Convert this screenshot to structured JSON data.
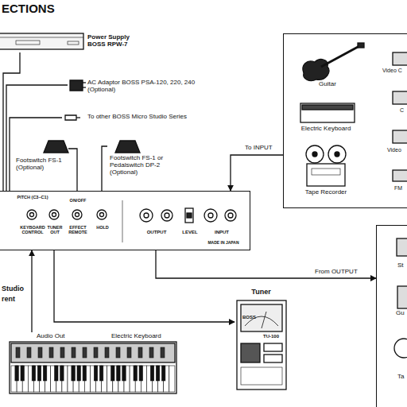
{
  "diagram": {
    "title": "ECTIONS",
    "nodes": [
      {
        "text": [
          "Power Supply BOSS RPW-7"
        ]
      },
      {
        "text": [
          "AC Adaptor BOSS PSA-120, 220, 240 (Optional)"
        ]
      },
      {
        "text": [
          "To other BOSS Micro Studio Series"
        ]
      },
      {
        "text": [
          "Guitar",
          "Electric Keyboard",
          "Tape Recorder",
          "Video C",
          "C",
          "Video",
          "FM"
        ]
      },
      {
        "text": [
          "Footswitch FS-1 (Optional)"
        ]
      },
      {
        "text": [
          "Footswitch FS-1 or Pedalswitch DP-2 (Optional)"
        ]
      },
      {
        "text": [
          "PITCH (C3~C1)",
          "KEYBOARD CONTROL",
          "TUNER OUT",
          "ON/OFF",
          "EFFECT REMOTE",
          "HOLD",
          "OUTPUT",
          "LEVEL",
          "INPUT",
          "MADE IN JAPAN"
        ]
      },
      {
        "text": [
          "St",
          "Gu",
          "Ta"
        ]
      },
      {
        "text": [
          "Tuner",
          "BOSS",
          "TU-100"
        ]
      },
      {
        "text": [
          "Audio Out",
          "Electric Keyboard"
        ]
      }
    ],
    "edges": [
      {
        "from": 0,
        "to": 6,
        "arrow": "none"
      },
      {
        "from": 1,
        "to": 6,
        "arrow": "none"
      },
      {
        "from": 2,
        "to": 6,
        "arrow": "none"
      },
      {
        "from": 4,
        "to": 6,
        "arrow": "none"
      },
      {
        "from": 5,
        "to": 6,
        "arrow": "none"
      },
      {
        "from": 3,
        "to": 6,
        "label": "To INPUT",
        "arrow": "to"
      },
      {
        "from": 6,
        "to": 7,
        "label": "From OUTPUT",
        "arrow": "to"
      },
      {
        "from": 6,
        "to": 8,
        "arrow": "to"
      },
      {
        "from": 9,
        "to": 6,
        "arrow": "to"
      }
    ],
    "labels": [
      "Studio",
      "rent"
    ]
  }
}
